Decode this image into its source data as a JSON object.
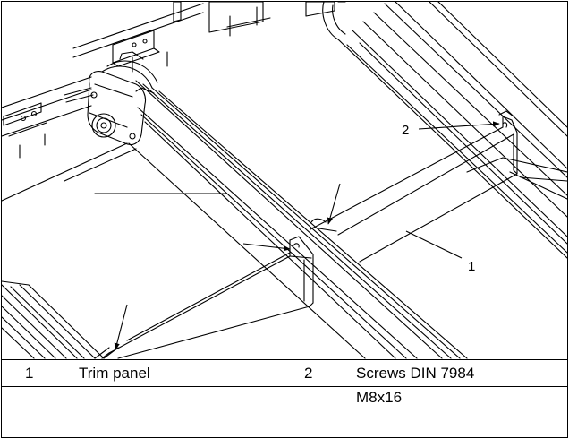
{
  "callouts": [
    {
      "number": "1",
      "label": "Trim panel"
    },
    {
      "number": "2",
      "label": "Screws DIN 7984",
      "label_line2": "M8x16"
    }
  ],
  "diagram_labels": {
    "marker_1": "1",
    "marker_2": "2"
  },
  "colors": {
    "line": "#000000",
    "background": "#ffffff"
  }
}
